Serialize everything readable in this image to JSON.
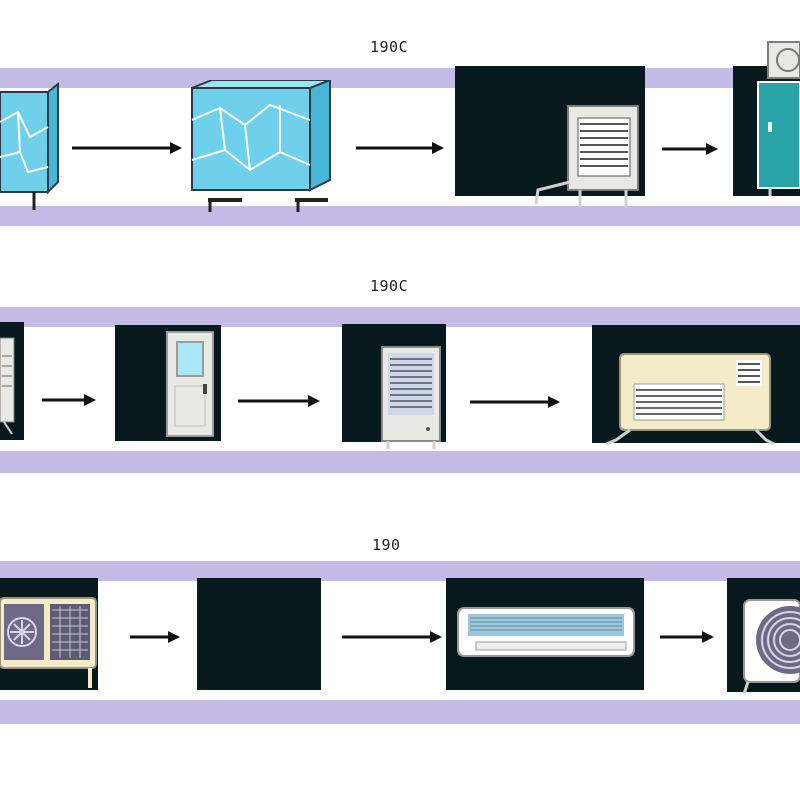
{
  "rows": [
    {
      "label": "190C"
    },
    {
      "label": "190C"
    },
    {
      "label": "190"
    }
  ],
  "colors": {
    "band": "#c3bbe6",
    "panel": "#07191c",
    "ice": "#6fd0ec",
    "cream": "#f4ecc8",
    "unit_grey": "#e8e8e4",
    "teal_cabinet": "#2aa4a9"
  }
}
